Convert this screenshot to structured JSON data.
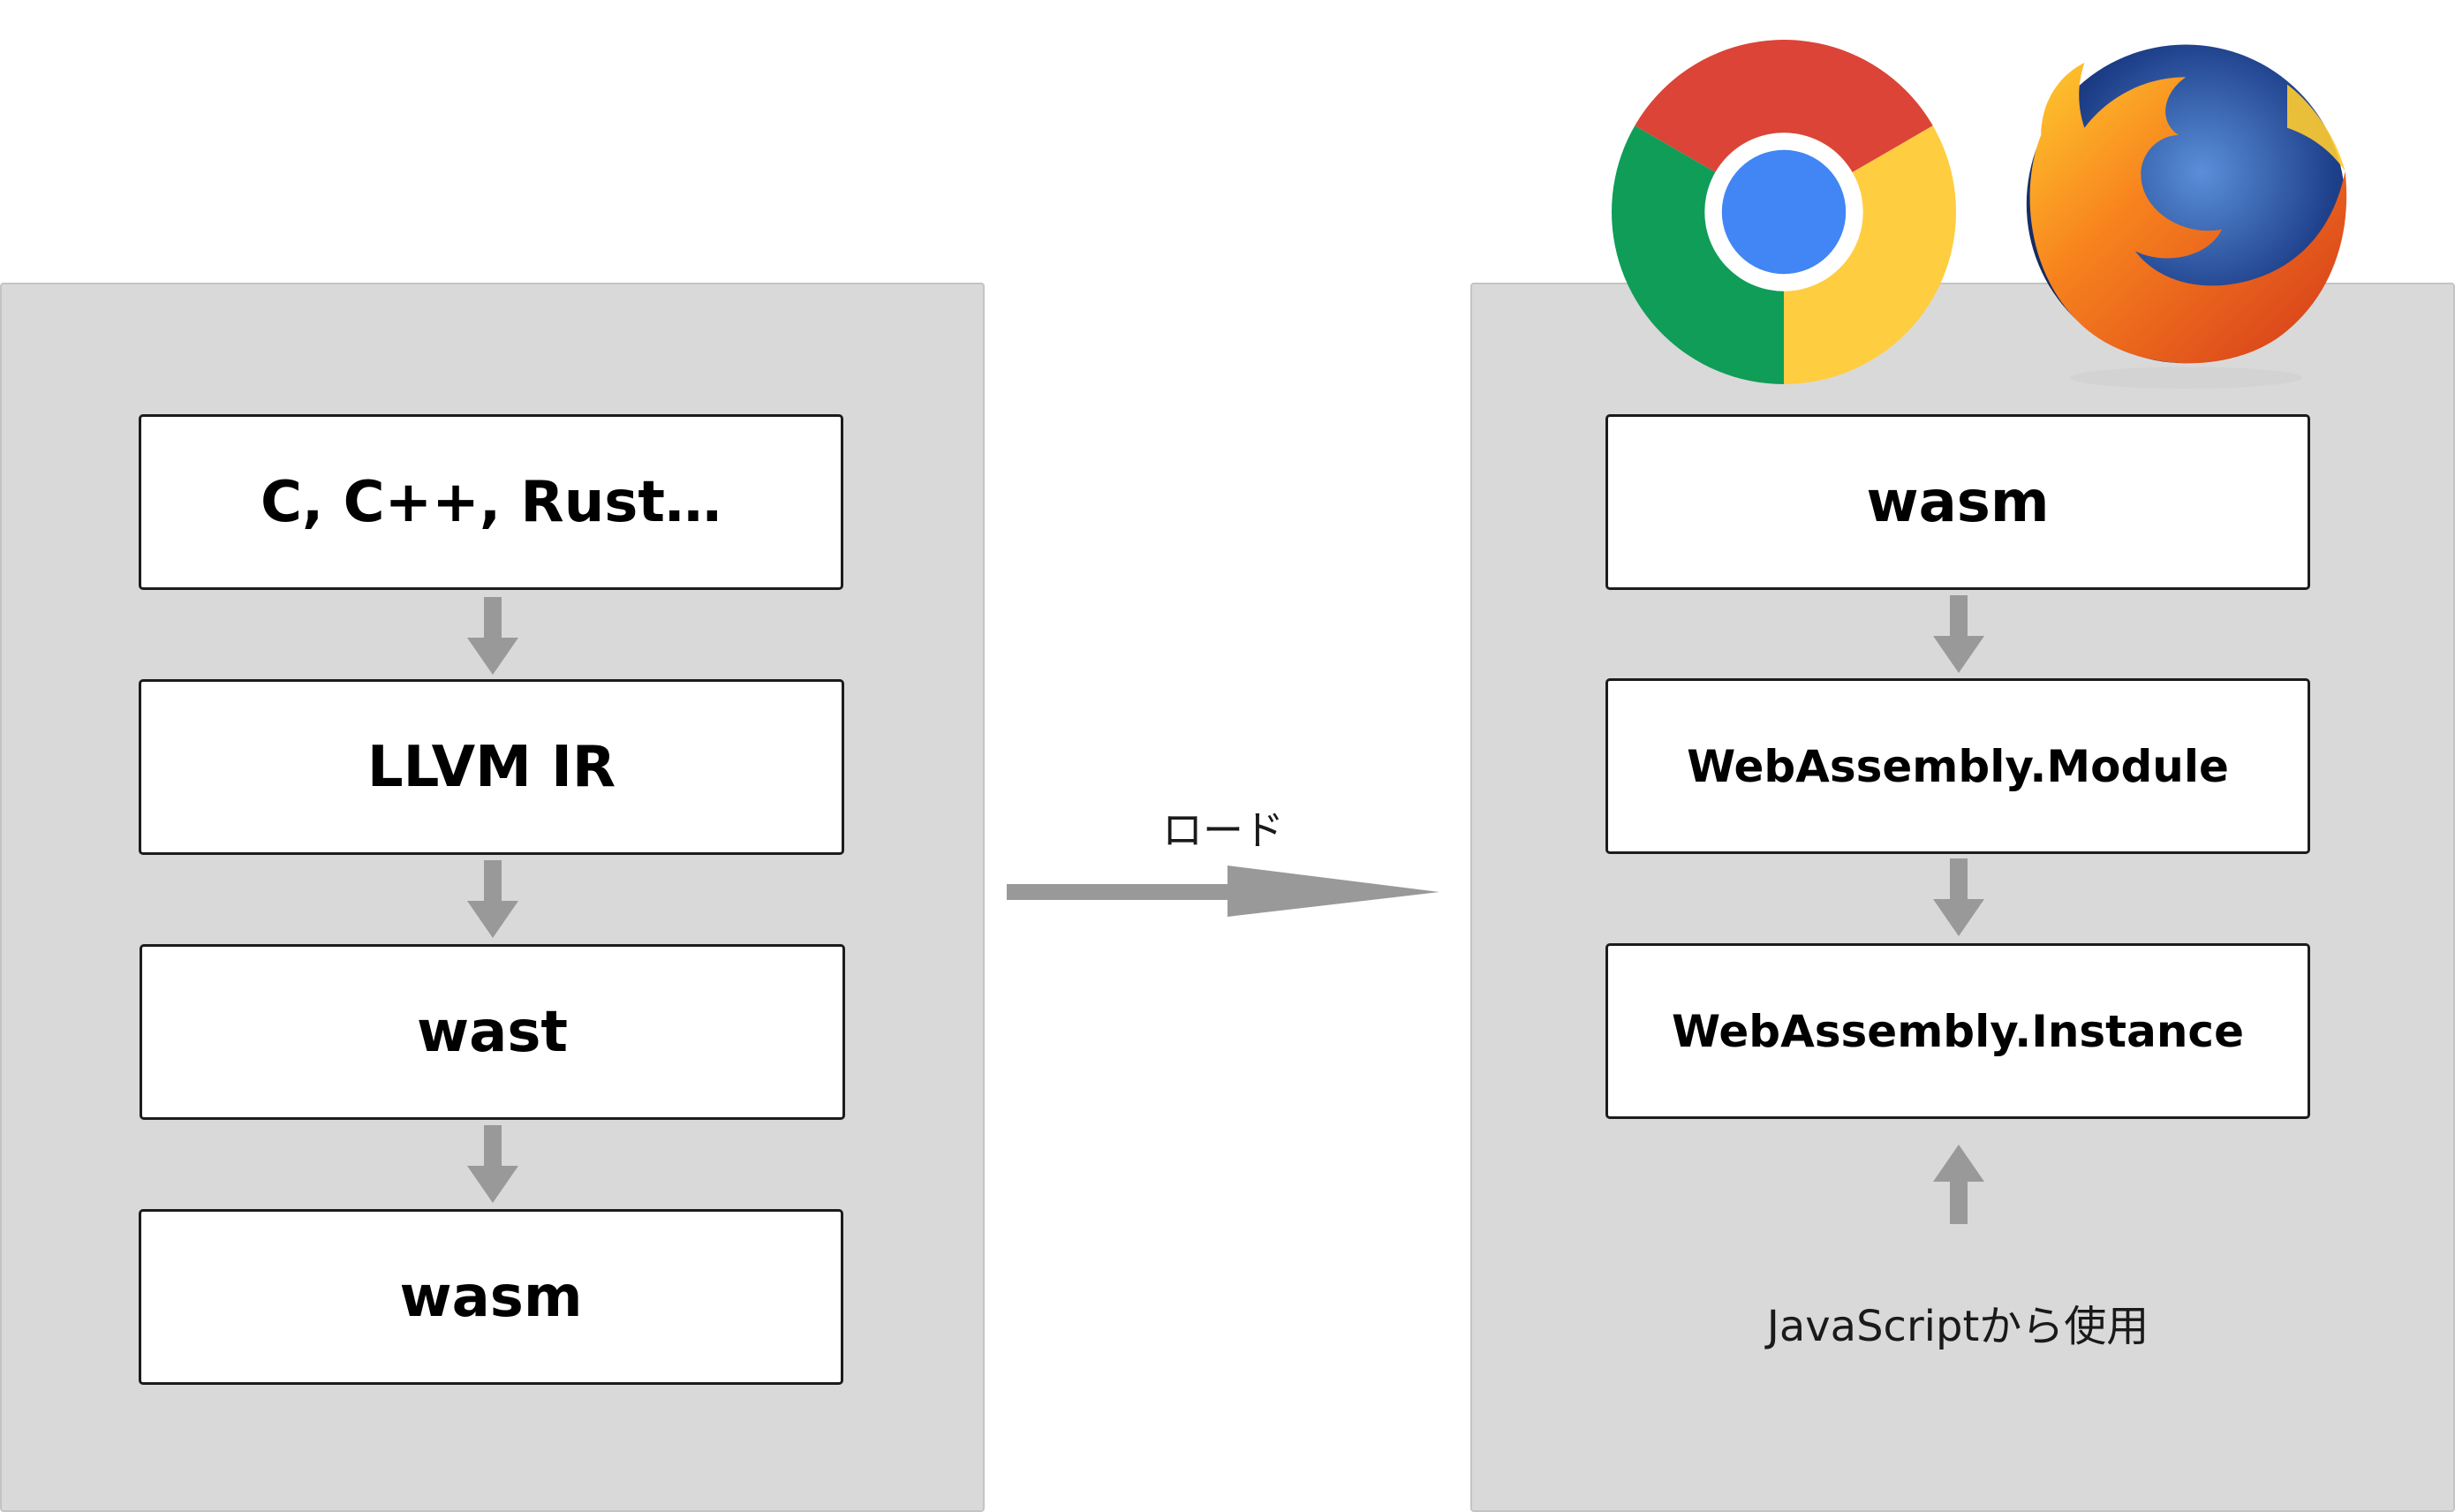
{
  "left_panel": {
    "steps": [
      "C, C++, Rust…",
      "LLVM IR",
      "wast",
      "wasm"
    ]
  },
  "transfer_label": "ロード",
  "right_panel": {
    "browsers": [
      "chrome-logo",
      "firefox-logo"
    ],
    "steps": [
      "wasm",
      "WebAssembly.Module",
      "WebAssembly.Instance"
    ],
    "caller_label": "JavaScriptから使用"
  },
  "colors": {
    "panel_bg": "#d9d9d9",
    "arrow": "#999999",
    "box_border": "#1c1c1c"
  }
}
